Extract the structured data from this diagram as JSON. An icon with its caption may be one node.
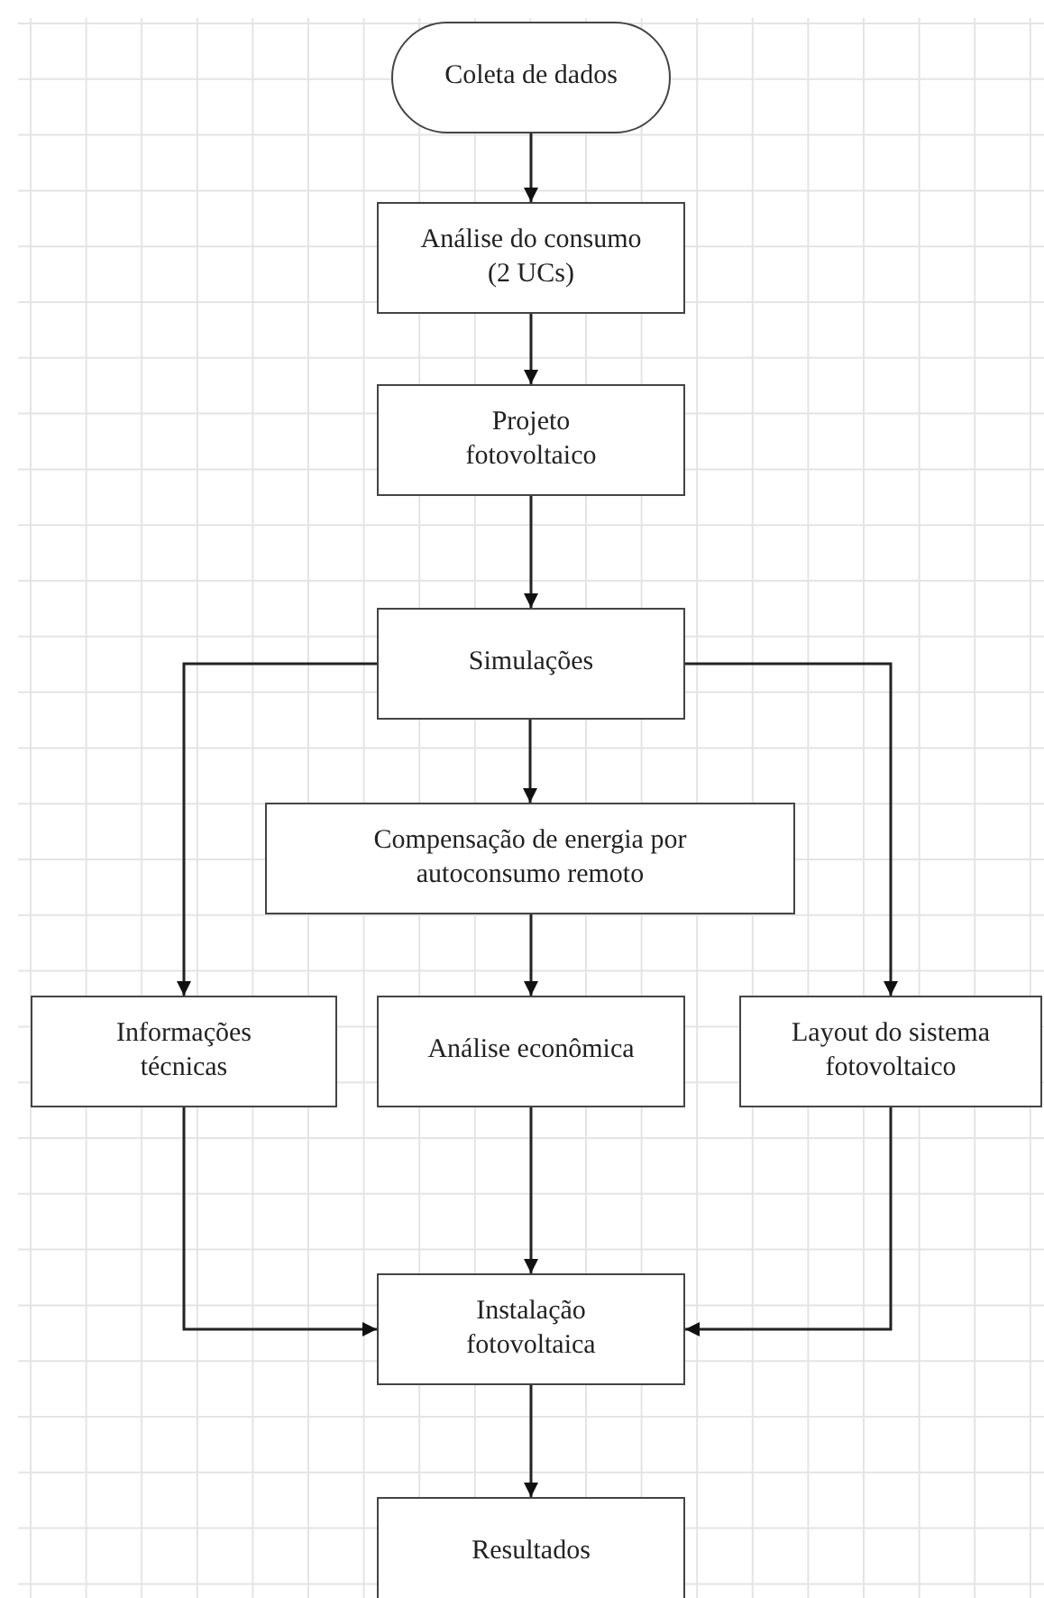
{
  "diagram": {
    "nodes": [
      {
        "text": [
          "Coleta de dados"
        ]
      },
      {
        "text": [
          "Análise do consumo (2 UCs)"
        ]
      },
      {
        "text": [
          "Projeto fotovoltaico"
        ]
      },
      {
        "text": [
          "Simulações"
        ]
      },
      {
        "text": [
          "Compensação de energia por autoconsumo remoto"
        ]
      },
      {
        "text": [
          "Informações técnicas"
        ]
      },
      {
        "text": [
          "Análise econômica"
        ]
      },
      {
        "text": [
          "Layout do sistema fotovoltaico"
        ]
      },
      {
        "text": [
          "Instalação fotovoltaica"
        ]
      },
      {
        "text": [
          "Resultados"
        ]
      }
    ],
    "edges": [
      {
        "from": 0,
        "to": 1,
        "arrow": "to"
      },
      {
        "from": 1,
        "to": 2,
        "arrow": "to"
      },
      {
        "from": 2,
        "to": 3,
        "arrow": "to"
      },
      {
        "from": 3,
        "to": 4,
        "arrow": "to"
      },
      {
        "from": 3,
        "to": 5,
        "arrow": "to"
      },
      {
        "from": 3,
        "to": 7,
        "arrow": "to"
      },
      {
        "from": 4,
        "to": 6,
        "arrow": "to"
      },
      {
        "from": 5,
        "to": 8,
        "arrow": "to"
      },
      {
        "from": 6,
        "to": 8,
        "arrow": "to"
      },
      {
        "from": 7,
        "to": 8,
        "arrow": "to"
      },
      {
        "from": 8,
        "to": 9,
        "arrow": "to"
      }
    ]
  }
}
